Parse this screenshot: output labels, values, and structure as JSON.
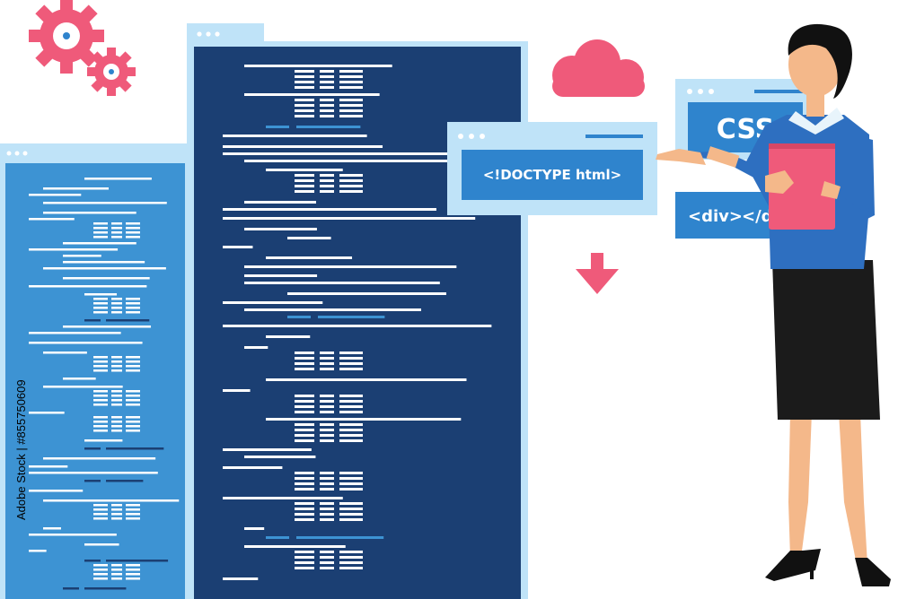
{
  "labels": {
    "doctype": "<!DOCTYPE html>",
    "css": "CSS",
    "div": "<div>",
    "div_tail": "</d"
  },
  "stock": {
    "id_text": "Adobe Stock | #855750609"
  },
  "colors": {
    "dark_editor": "#1b3f73",
    "light_editor": "#3d93d3",
    "frame": "#bfe3f8",
    "accent_blue": "#2f84cd",
    "pink": "#ef5a7a",
    "shirt": "#2e6fc0",
    "skirt": "#1b1b1b",
    "skin": "#f4b88a",
    "folder": "#ef5a7a"
  },
  "icons": [
    "gear-icon",
    "cloud-icon",
    "down-arrow-icon",
    "window-dots-icon"
  ]
}
